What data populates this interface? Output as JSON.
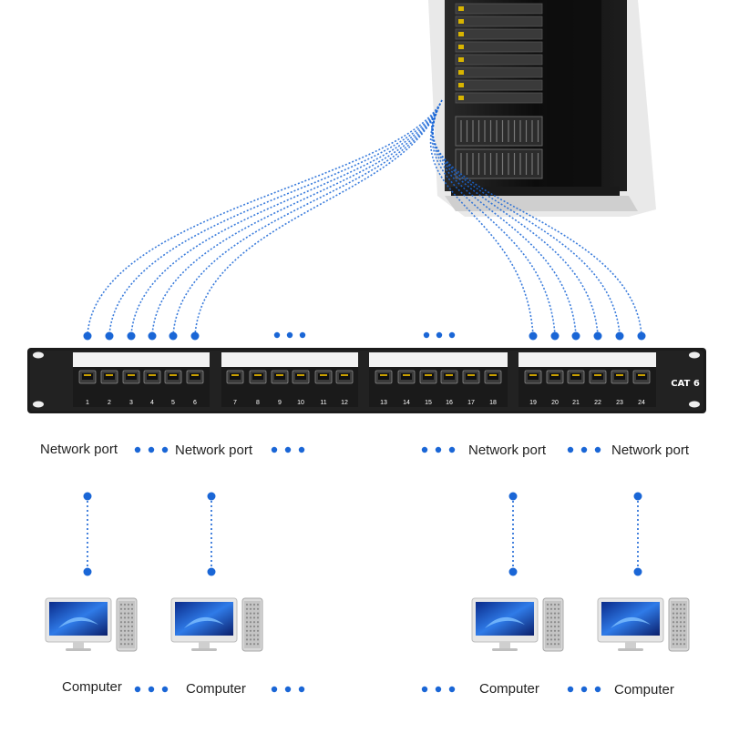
{
  "panel": {
    "badge": "CAT 6",
    "port_numbers": [
      "1",
      "2",
      "3",
      "4",
      "5",
      "6",
      "7",
      "8",
      "9",
      "10",
      "11",
      "12",
      "13",
      "14",
      "15",
      "16",
      "17",
      "18",
      "19",
      "20",
      "21",
      "22",
      "23",
      "24"
    ]
  },
  "labels": {
    "network_port": "Network port",
    "computer": "Computer"
  },
  "colors": {
    "accent": "#1a66d6",
    "panel": "#1b1b1b",
    "rack": "#111111"
  },
  "icons": [
    "server-rack-icon",
    "computer-monitor-icon",
    "computer-tower-icon",
    "rj45-port-icon",
    "ellipsis-dots-icon"
  ]
}
